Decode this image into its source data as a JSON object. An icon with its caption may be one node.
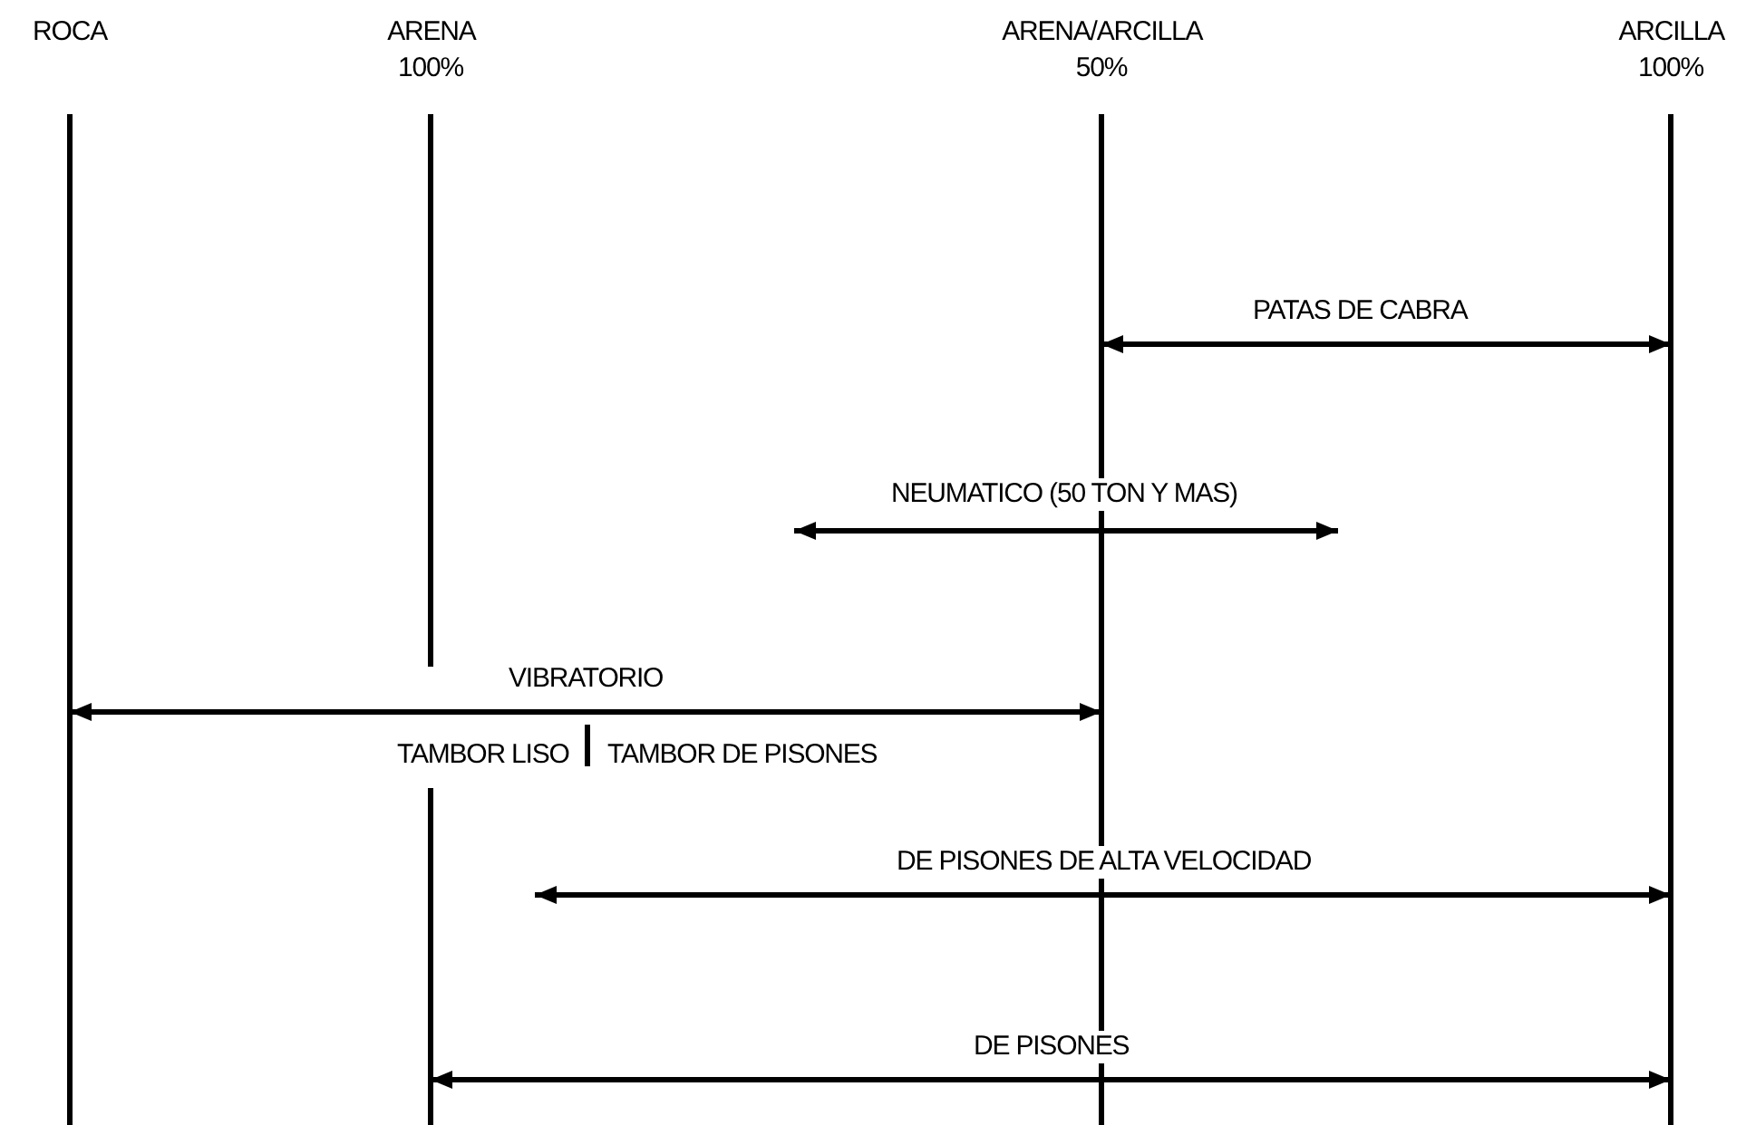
{
  "diagram": {
    "nodes": [
      {
        "text": [
          "ROCA"
        ]
      },
      {
        "text": [
          "ARENA 100%"
        ]
      },
      {
        "text": [
          "ARENA/ARCILLA 50%"
        ]
      },
      {
        "text": [
          "ARCILLA 100%"
        ]
      }
    ],
    "edges": [
      {
        "from": 2,
        "to": 3,
        "arrow": "both",
        "label": "PATAS DE CABRA"
      },
      {
        "from": 0,
        "to": 2,
        "arrow": "both",
        "label": "VIBRATORIO"
      },
      {
        "from": null,
        "to": 3,
        "arrow": "both",
        "label": "DE PISONES DE ALTA VELOCIDAD"
      },
      {
        "from": 1,
        "to": 3,
        "arrow": "both",
        "label": "DE PISONES"
      }
    ],
    "labels": [
      "NEUMATICO (50 TON Y MAS)",
      "TAMBOR LISO",
      "TAMBOR DE PISONES"
    ]
  }
}
